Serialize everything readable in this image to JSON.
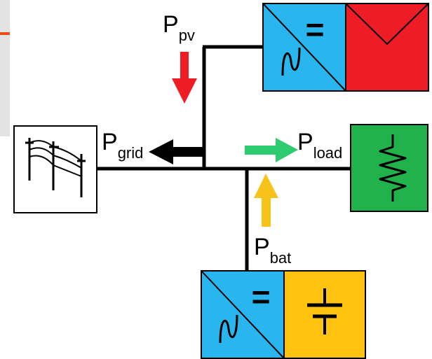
{
  "colors": {
    "background": "#ffffff",
    "side_panel": "#e3e3e3",
    "side_accent": "#e8501a",
    "bus_line": "#000000",
    "inverter_blue": "#29b6ef",
    "pv_red": "#ee1c24",
    "load_green": "#21b24b",
    "battery_yellow": "#ffc20e",
    "arrow_pv": "#ee1c24",
    "arrow_grid": "#000000",
    "arrow_load": "#2ecc71",
    "arrow_bat": "#f7c31a"
  },
  "labels": {
    "pv": {
      "main": "P",
      "sub": "pv"
    },
    "grid": {
      "main": "P",
      "sub": "grid"
    },
    "load": {
      "main": "P",
      "sub": "load"
    },
    "bat": {
      "main": "P",
      "sub": "bat"
    }
  },
  "symbols": {
    "dc": "=",
    "ac": "∿"
  },
  "icons": {
    "grid": "power-lines-icon",
    "pv": "solar-panel-icon",
    "load": "resistor-coil-icon",
    "battery": "battery-icon",
    "inverter": "inverter-icon"
  }
}
